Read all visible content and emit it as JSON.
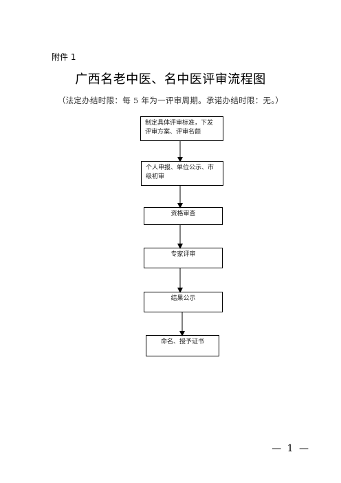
{
  "attachment": "附件 1",
  "title": "广西名老中医、名中医评审流程图",
  "subtitle": "（法定办结时限：每 5 年为一评审周期。承诺办结时限：无。）",
  "steps": [
    "制定具体评审标准，下发评审方案、评审名额",
    "个人申报、单位公示、市级初审",
    "资格审查",
    "专家评审",
    "结果公示",
    "命名、授予证书"
  ],
  "page_number": "— 1 —"
}
